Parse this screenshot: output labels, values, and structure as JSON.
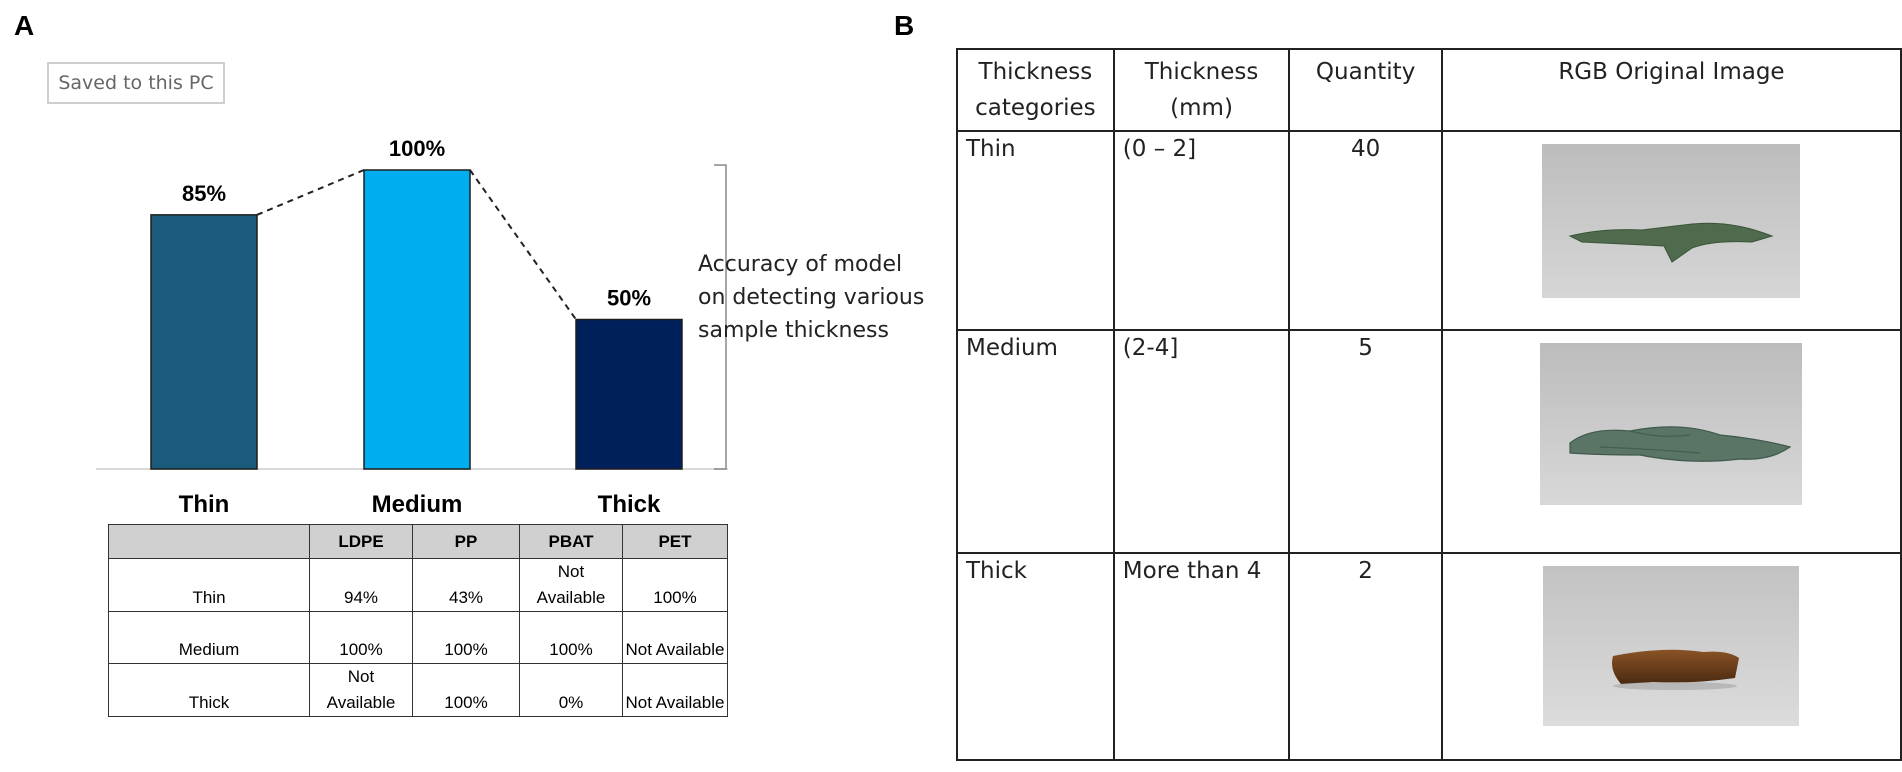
{
  "panels": {
    "a": "A",
    "b": "B"
  },
  "badge": {
    "label": "Saved to this PC"
  },
  "annotation": {
    "text": "Accuracy of model on detecting various sample thickness"
  },
  "colors": {
    "thin": "#1a5a7a",
    "medium": "#00aeef",
    "thick": "#00205b",
    "photo_bg": "#c9c9c9"
  },
  "chart_data": {
    "type": "bar",
    "categories": [
      "Thin",
      "Medium",
      "Thick"
    ],
    "values": [
      85,
      100,
      50
    ],
    "value_labels": [
      "85%",
      "100%",
      "50%"
    ],
    "title": "",
    "xlabel": "",
    "ylabel": "",
    "ylim": [
      0,
      100
    ],
    "grid": false,
    "connector": "dashed line joining bar tops"
  },
  "subtable": {
    "headers": [
      "",
      "LDPE",
      "PP",
      "PBAT",
      "PET"
    ],
    "rows": [
      {
        "label": "Thin",
        "cells": [
          "94%",
          "43%",
          "Not Available",
          "100%"
        ]
      },
      {
        "label": "Medium",
        "cells": [
          "100%",
          "100%",
          "100%",
          "Not Available"
        ]
      },
      {
        "label": "Thick",
        "cells": [
          "Not Available",
          "100%",
          "0%",
          "Not Available"
        ]
      }
    ]
  },
  "maintable": {
    "headers": [
      "Thickness categories",
      "Thickness (mm)",
      "Quantity",
      "RGB Original Image"
    ],
    "rows": [
      {
        "category": "Thin",
        "range": "(0 – 2]",
        "quantity": "40",
        "image": "thin-sample-photo"
      },
      {
        "category": "Medium",
        "range": "(2-4]",
        "quantity": "5",
        "image": "medium-sample-photo"
      },
      {
        "category": "Thick",
        "range": "More than 4",
        "quantity": "2",
        "image": "thick-sample-photo"
      }
    ]
  }
}
